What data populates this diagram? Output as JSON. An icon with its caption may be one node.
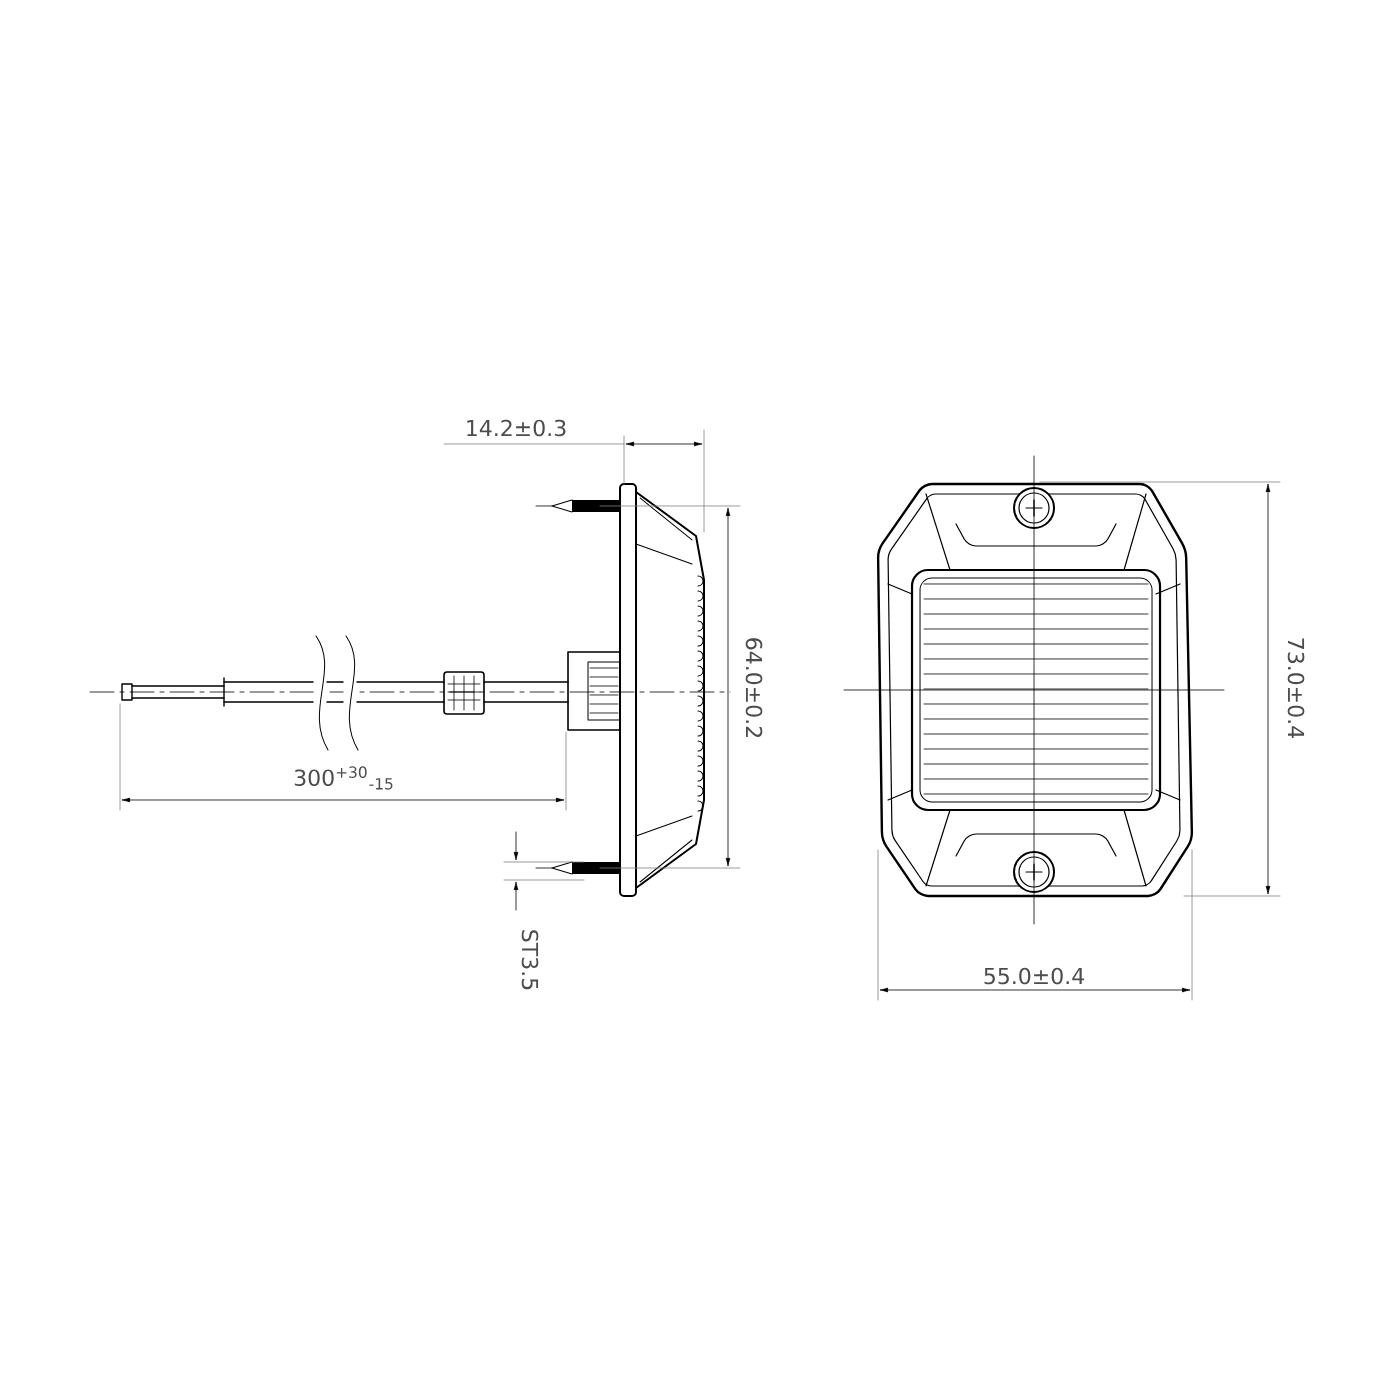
{
  "diagram": {
    "labels": [
      "14.2±0.3",
      "64.0±0.2",
      "300$^{+30}$$_{-15}$",
      "ST3.5",
      "73.0±0.4",
      "55.0±0.4"
    ]
  }
}
